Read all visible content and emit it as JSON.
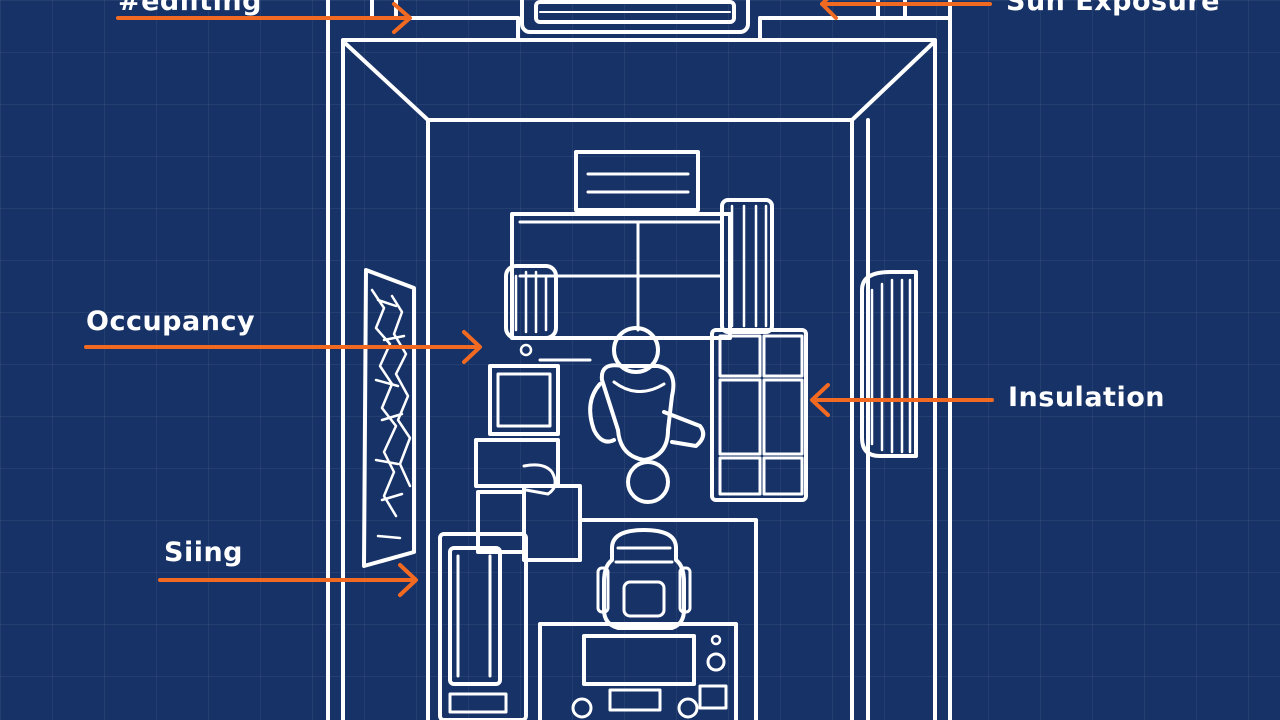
{
  "labels": {
    "heating": "#ediiting",
    "sun_exposure": "Sun Exposure",
    "occupancy": "Occupancy",
    "insulation": "Insulation",
    "siting": "Siing"
  },
  "colors": {
    "background": "#173267",
    "line": "#ffffff",
    "arrow": "#f26a21"
  }
}
